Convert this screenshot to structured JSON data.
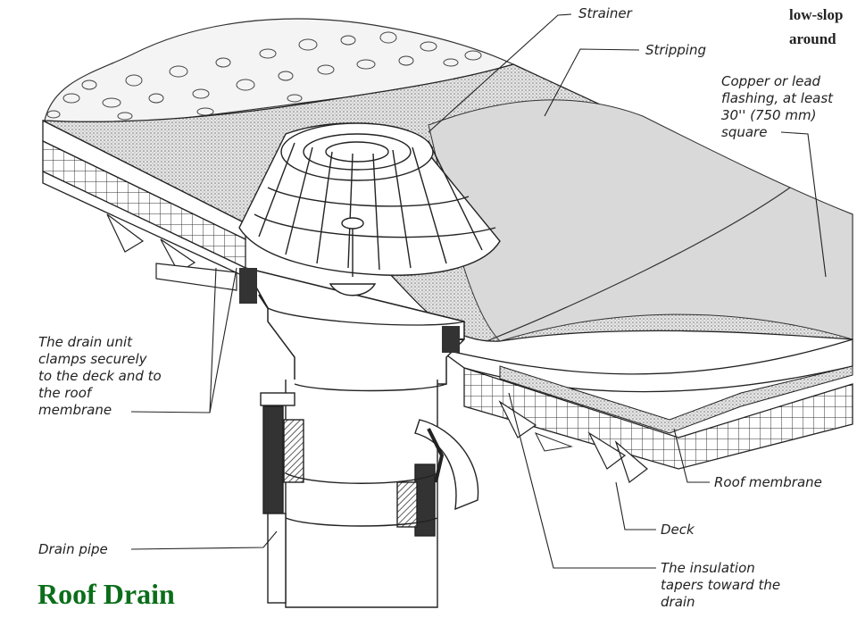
{
  "corner_note": "low-slop\naround",
  "title": "Roof Drain",
  "labels": {
    "strainer": "Strainer",
    "stripping": "Stripping",
    "flashing": "Copper or lead\nflashing, at least\n30'' (750 mm)\nsquare",
    "clamp": "The drain unit\nclamps securely\nto the deck and to\nthe roof\nmembrane",
    "roof_membrane": "Roof membrane",
    "deck": "Deck",
    "drain_pipe": "Drain pipe",
    "insulation": "The insulation\ntapers toward the\ndrain"
  },
  "colors": {
    "title": "#0b6e1a",
    "line": "#222222",
    "membrane": "#c9c9c9"
  }
}
